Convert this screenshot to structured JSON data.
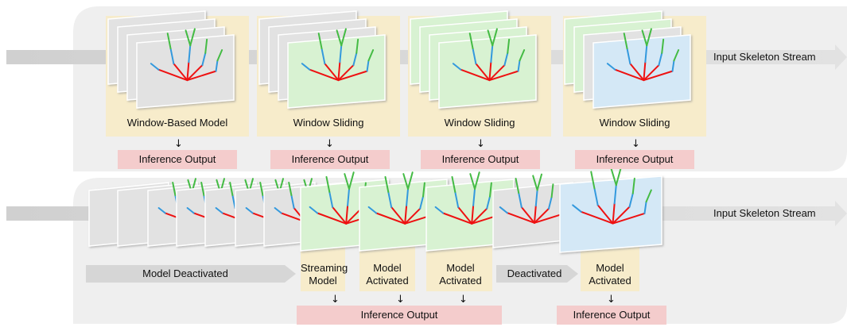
{
  "top_panel": {
    "stream_label": "Input Skeleton Stream",
    "stages": [
      {
        "label": "Window-Based Model",
        "output": "Inference Output"
      },
      {
        "label": "Window Sliding",
        "output": "Inference Output"
      },
      {
        "label": "Window Sliding",
        "output": "Inference Output"
      },
      {
        "label": "Window Sliding",
        "output": "Inference Output"
      }
    ]
  },
  "bottom_panel": {
    "stream_label": "Input Skeleton Stream",
    "deactivated_label": "Model Deactivated",
    "streaming_model": "Streaming Model",
    "model_activated_1": "Model Activated",
    "model_activated_2": "Model Activated",
    "deactivated_label_2": "Deactivated",
    "model_activated_3": "Model Activated",
    "output_main": "Inference Output",
    "output_last": "Inference Output"
  },
  "colors": {
    "panel_bg": "#efefef",
    "stage_bg": "#f7eccb",
    "frame_gray": "#e2e2e2",
    "frame_green": "#d8f2d2",
    "frame_blue": "#d4e8f6",
    "output_pink": "#f4cccc",
    "bone_red": "#ee1111",
    "bone_green": "#44bb44",
    "bone_blue": "#3399dd"
  }
}
